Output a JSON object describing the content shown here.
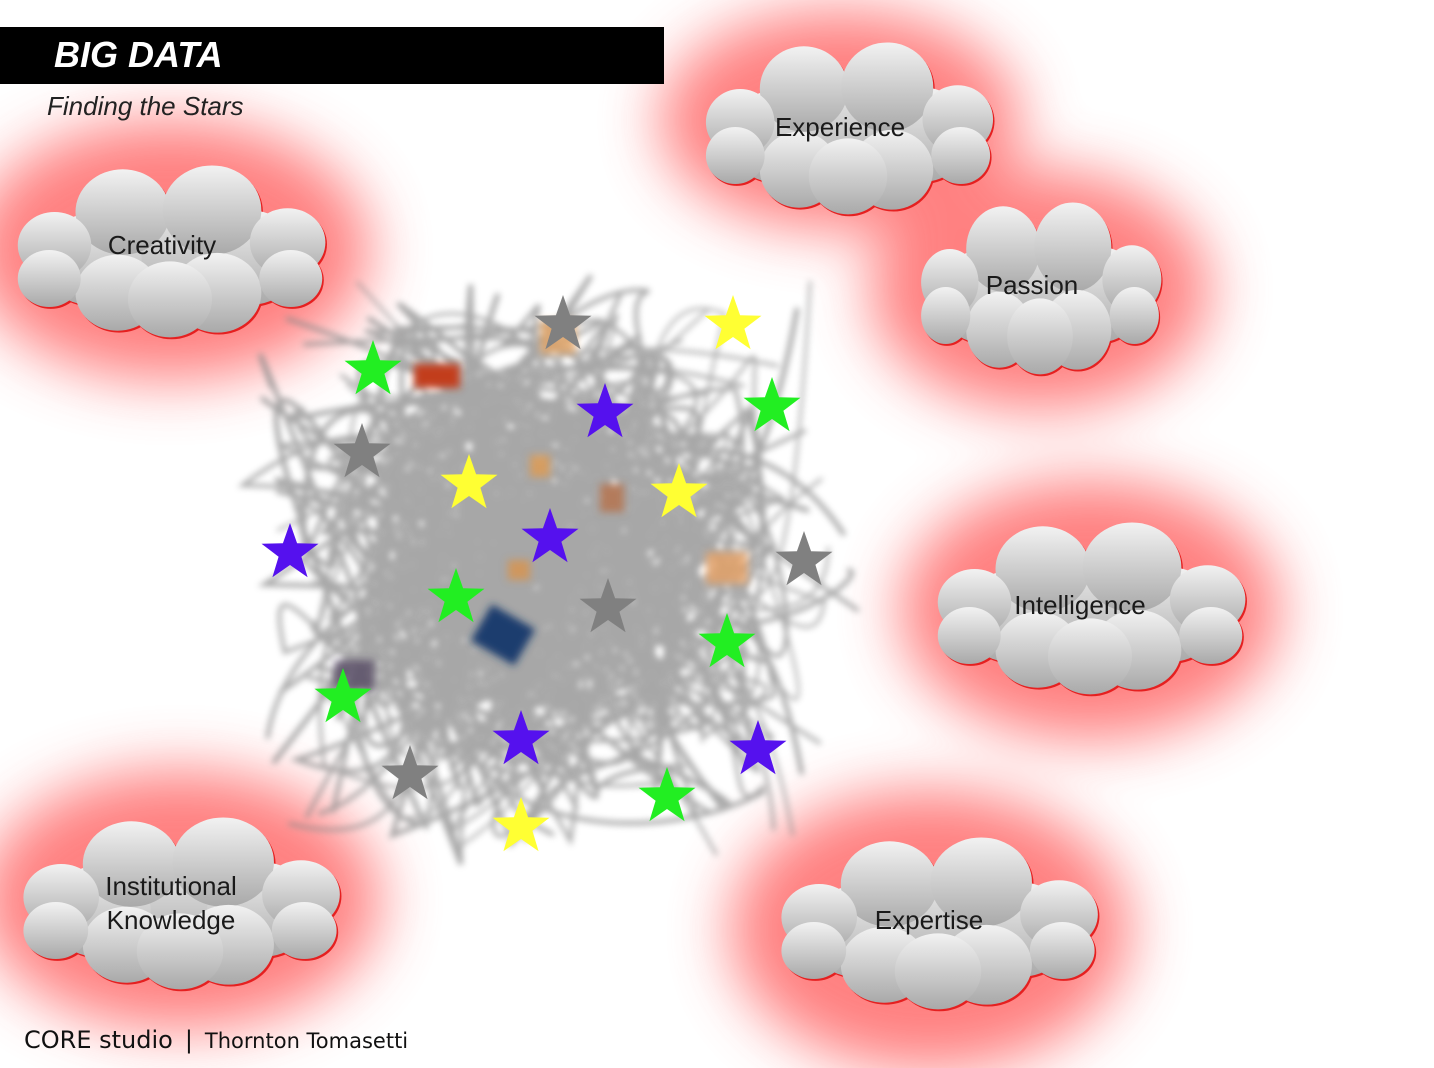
{
  "title": "BIG DATA",
  "subtitle": "Finding the Stars",
  "clouds": {
    "experience": "Experience",
    "creativity": "Creativity",
    "passion": "Passion",
    "intelligence": "Intelligence",
    "institutional_line1": "Institutional",
    "institutional_line2": "Knowledge",
    "expertise": "Expertise"
  },
  "stars": [
    {
      "color": "#808080"
    },
    {
      "color": "#ffff33"
    },
    {
      "color": "#22ee22"
    },
    {
      "color": "#22ee22"
    },
    {
      "color": "#5511ee"
    },
    {
      "color": "#808080"
    },
    {
      "color": "#ffff33"
    },
    {
      "color": "#ffff33"
    },
    {
      "color": "#5511ee"
    },
    {
      "color": "#5511ee"
    },
    {
      "color": "#808080"
    },
    {
      "color": "#22ee22"
    },
    {
      "color": "#808080"
    },
    {
      "color": "#22ee22"
    },
    {
      "color": "#22ee22"
    },
    {
      "color": "#5511ee"
    },
    {
      "color": "#5511ee"
    },
    {
      "color": "#808080"
    },
    {
      "color": "#22ee22"
    },
    {
      "color": "#ffff33"
    }
  ],
  "colors": {
    "cloud_glow": "#ff6b6b",
    "cloud_fill_top": "#f2f2f2",
    "cloud_fill_bottom": "#a9a9a9",
    "cloud_edge": "#e52020",
    "tangle": "#8a8a8a"
  },
  "footer": {
    "studio": "CORE studio",
    "separator": "|",
    "company": "Thornton Tomasetti"
  }
}
